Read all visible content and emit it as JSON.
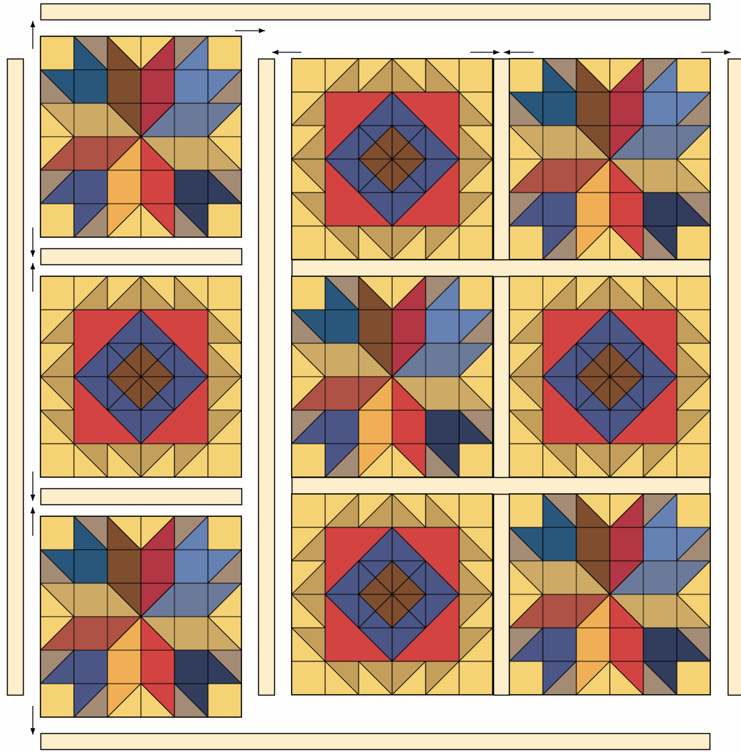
{
  "colors": {
    "background": "#fefefe",
    "sashing": "#fdefcb",
    "outline": "#000000",
    "yellow": "#f5d273",
    "tan": "#c49e5b",
    "taupe": "#a48b75",
    "brown": "#7e4e2f",
    "crimson": "#b33644",
    "red": "#d24342",
    "navy": "#28577b",
    "slate_blue": "#6681b3",
    "steel": "#6b7a9a",
    "indigo": "#4b5687",
    "dark_navy": "#323d5e",
    "rust": "#ad5244",
    "wheat": "#cdaa66",
    "orange": "#f0af54"
  },
  "blocks": {
    "star": {
      "name": "star-block",
      "pattern": "eight-point-star"
    },
    "diamond": {
      "name": "diamond-block",
      "pattern": "square-in-square-sawtooth"
    }
  },
  "assembly": {
    "columns": [
      {
        "id": "left-column",
        "blocks": [
          "star",
          "diamond",
          "star"
        ]
      },
      {
        "id": "center-column",
        "blocks": [
          "diamond",
          "star",
          "diamond"
        ]
      },
      {
        "id": "right-column",
        "blocks": [
          "star",
          "diamond",
          "star"
        ]
      }
    ],
    "arrows": [
      {
        "id": "arrow-top-left-up",
        "direction": "up"
      },
      {
        "id": "arrow-top-right",
        "direction": "right"
      },
      {
        "id": "arrow-mid-left",
        "direction": "left"
      },
      {
        "id": "arrow-mid-right-a",
        "direction": "right"
      },
      {
        "id": "arrow-mid-left-b",
        "direction": "left"
      },
      {
        "id": "arrow-far-right",
        "direction": "right"
      },
      {
        "id": "arrow-down-1",
        "direction": "down"
      },
      {
        "id": "arrow-up-1",
        "direction": "up"
      },
      {
        "id": "arrow-down-2",
        "direction": "down"
      },
      {
        "id": "arrow-up-2",
        "direction": "up"
      },
      {
        "id": "arrow-down-bottom",
        "direction": "down"
      }
    ]
  }
}
